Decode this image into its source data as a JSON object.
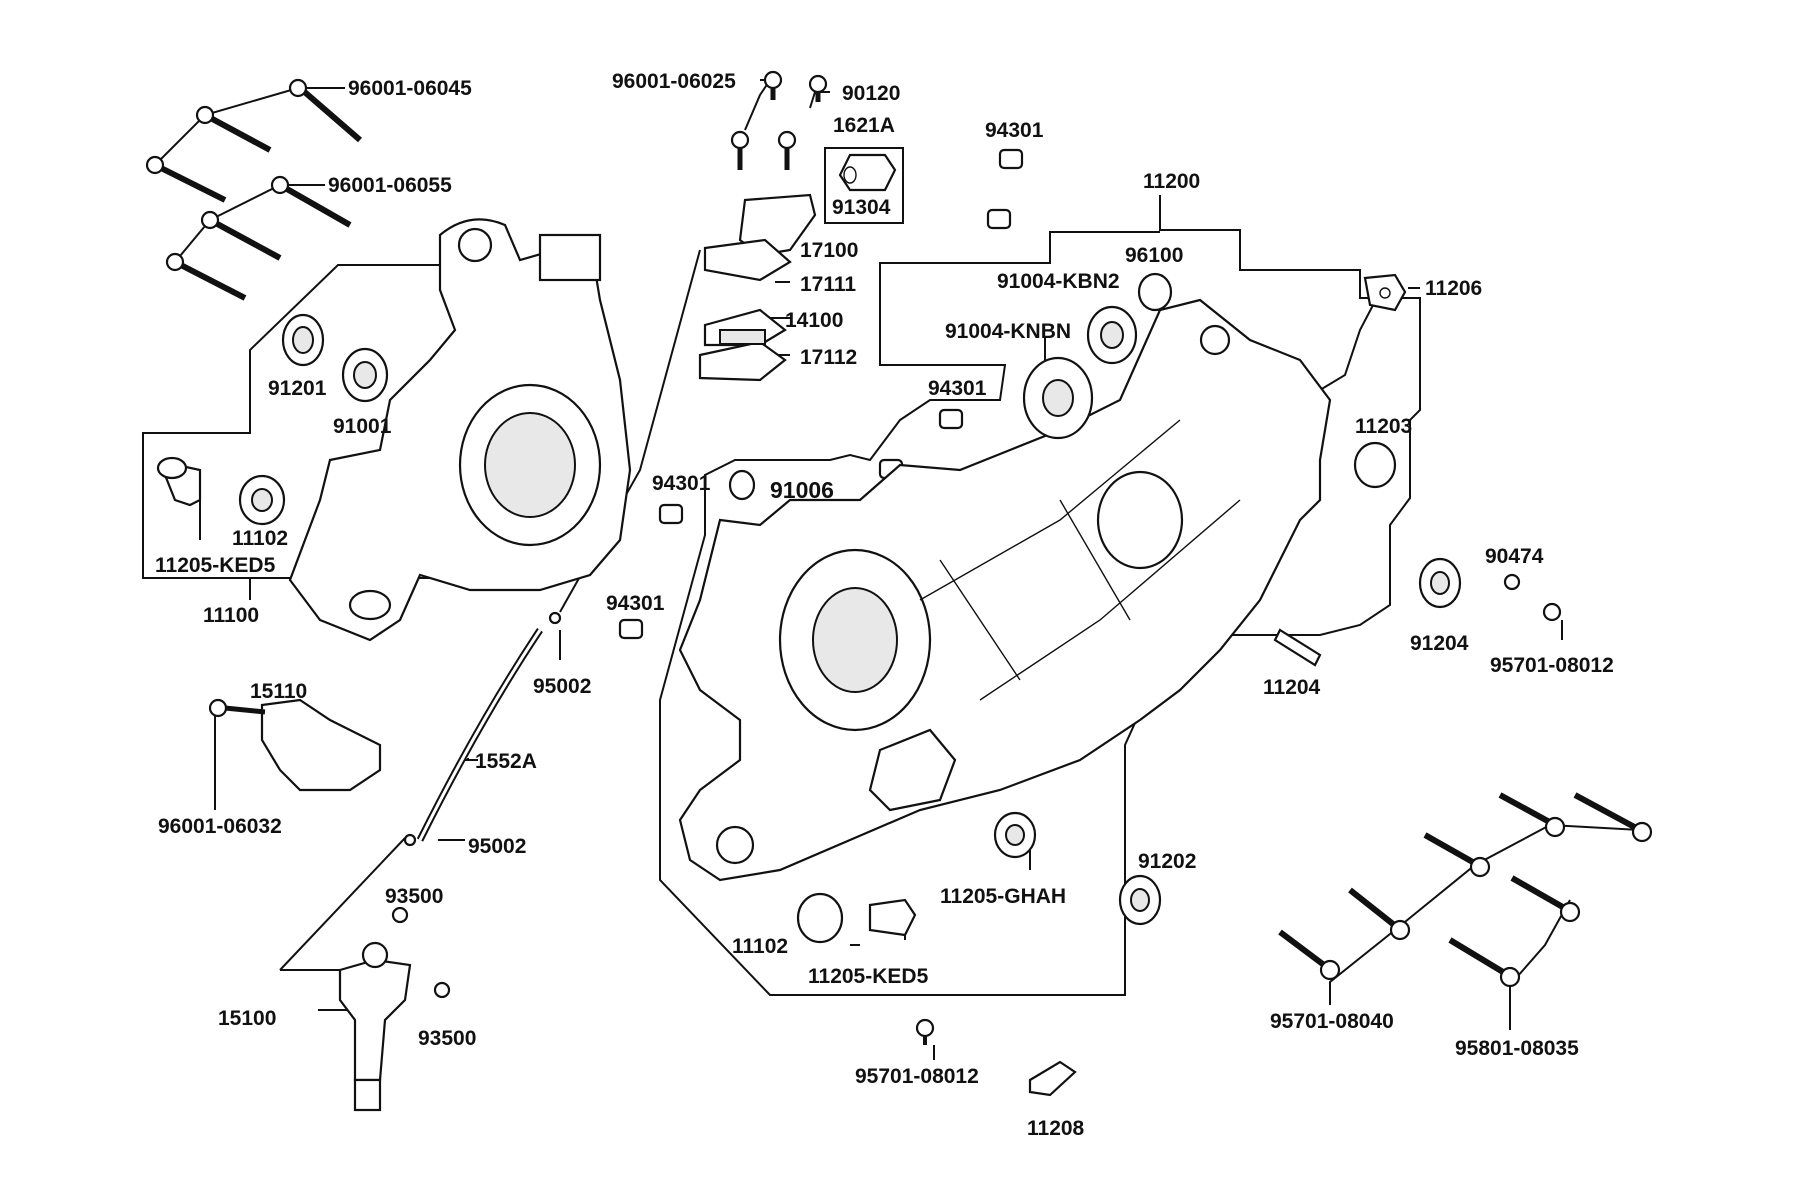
{
  "colors": {
    "ink": "#111111",
    "paper": "#ffffff",
    "shade": "#e8e8e8"
  },
  "labels": [
    "96001-06045",
    "96001-06055",
    "91201",
    "91001",
    "11205-KED5",
    "11102",
    "11100",
    "96001-06025",
    "90120",
    "1621A",
    "91304",
    "17100",
    "17111",
    "14100",
    "17112",
    "94301",
    "94301",
    "94301",
    "94301",
    "11200",
    "96100",
    "91004-KBN2",
    "91004-KNBN",
    "11206",
    "11203",
    "91006",
    "90474",
    "91204",
    "95701-08012",
    "11204",
    "95002",
    "95002",
    "1552A",
    "15110",
    "96001-06032",
    "93500",
    "93500",
    "15100",
    "11205-GHAH",
    "11102",
    "11205-KED5",
    "91202",
    "95701-08040",
    "95801-08035",
    "95701-08012",
    "11208"
  ]
}
